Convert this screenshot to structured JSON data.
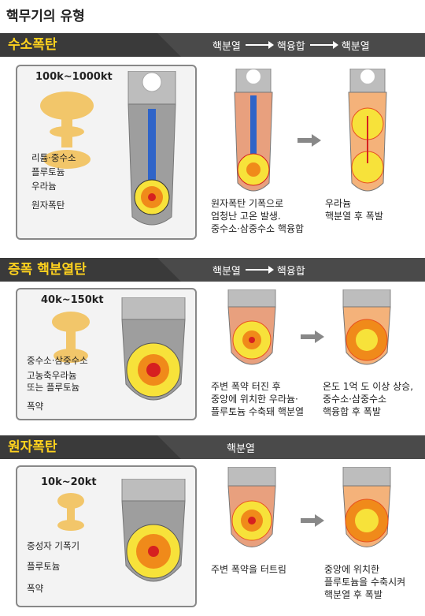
{
  "title": "핵무기의 유형",
  "sections": [
    {
      "name": "수소폭탄",
      "flow": [
        "핵분열",
        "핵융합",
        "핵분열"
      ],
      "yield": "100k~1000kt",
      "labels": [
        "리튬·중수소",
        "플루토늄",
        "우라늄",
        "원자폭탄"
      ],
      "captions": [
        "원자폭탄 기폭으로\n엄청난 고온 발생.\n중수소·삼중수소 핵융합",
        "우라늄\n핵분열 후 폭발"
      ]
    },
    {
      "name": "증폭 핵분열탄",
      "flow": [
        "핵분열",
        "핵융합"
      ],
      "yield": "40k~150kt",
      "labels": [
        "중수소·삼중수소",
        "고농축우라늄\n또는 플루토늄",
        "폭약"
      ],
      "captions": [
        "주변 폭약 터진 후\n중앙에 위치한 우라늄·\n플루토늄 수축돼 핵분열",
        "온도 1억 도 이상 상승,\n중수소·삼중수소\n핵융합 후 폭발"
      ]
    },
    {
      "name": "원자폭탄",
      "flow": [
        "핵분열"
      ],
      "yield": "10k~20kt",
      "labels": [
        "중성자 기폭기",
        "플루토늄",
        "폭약"
      ],
      "captions": [
        "주변 폭약을 터트림",
        "중앙에 위치한\n플루토늄을 수축시켜\n핵분열 후 폭발"
      ]
    }
  ],
  "colors": {
    "accent": "#ffd21e",
    "bar": "#4a4a4a",
    "core": "#d62020",
    "plutonium": "#f08a1a",
    "explosive": "#f7e23a"
  }
}
